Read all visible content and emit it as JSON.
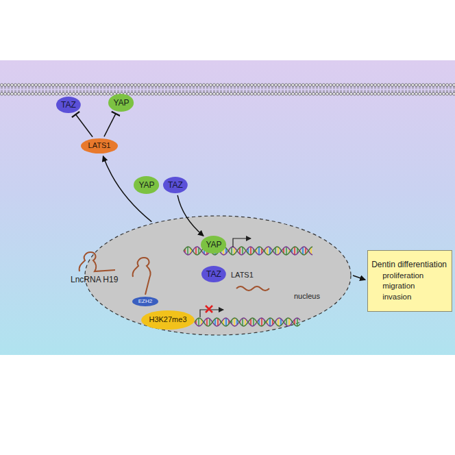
{
  "diagram": {
    "nodes": [
      {
        "text": [
          "TAZ"
        ]
      },
      {
        "text": [
          "YAP"
        ]
      },
      {
        "text": [
          "LATS1"
        ]
      },
      {
        "text": [
          "YAP"
        ]
      },
      {
        "text": [
          "TAZ"
        ]
      },
      {
        "text": [
          "nucleus"
        ]
      },
      {
        "text": [
          "YAP"
        ],
        "in": 5
      },
      {
        "text": [
          "TAZ"
        ],
        "in": 5
      },
      {
        "text": [
          "EZH2"
        ],
        "in": 5
      },
      {
        "text": [
          "H3K27me3"
        ],
        "in": 5
      },
      {
        "text": [
          "Dentin differentiation",
          "proliferation",
          "migration",
          "invasion"
        ]
      }
    ],
    "edges": [
      {
        "from": 2,
        "to": 0,
        "arrow": "to"
      },
      {
        "from": 2,
        "to": 1,
        "arrow": "to"
      },
      {
        "from": 5,
        "to": 2,
        "arrow": "to"
      },
      {
        "from": 4,
        "to": 6,
        "arrow": "to"
      },
      {
        "from": 5,
        "to": 10,
        "arrow": "to"
      }
    ],
    "labels": [
      "LncRNA H19",
      "LATS1"
    ]
  }
}
